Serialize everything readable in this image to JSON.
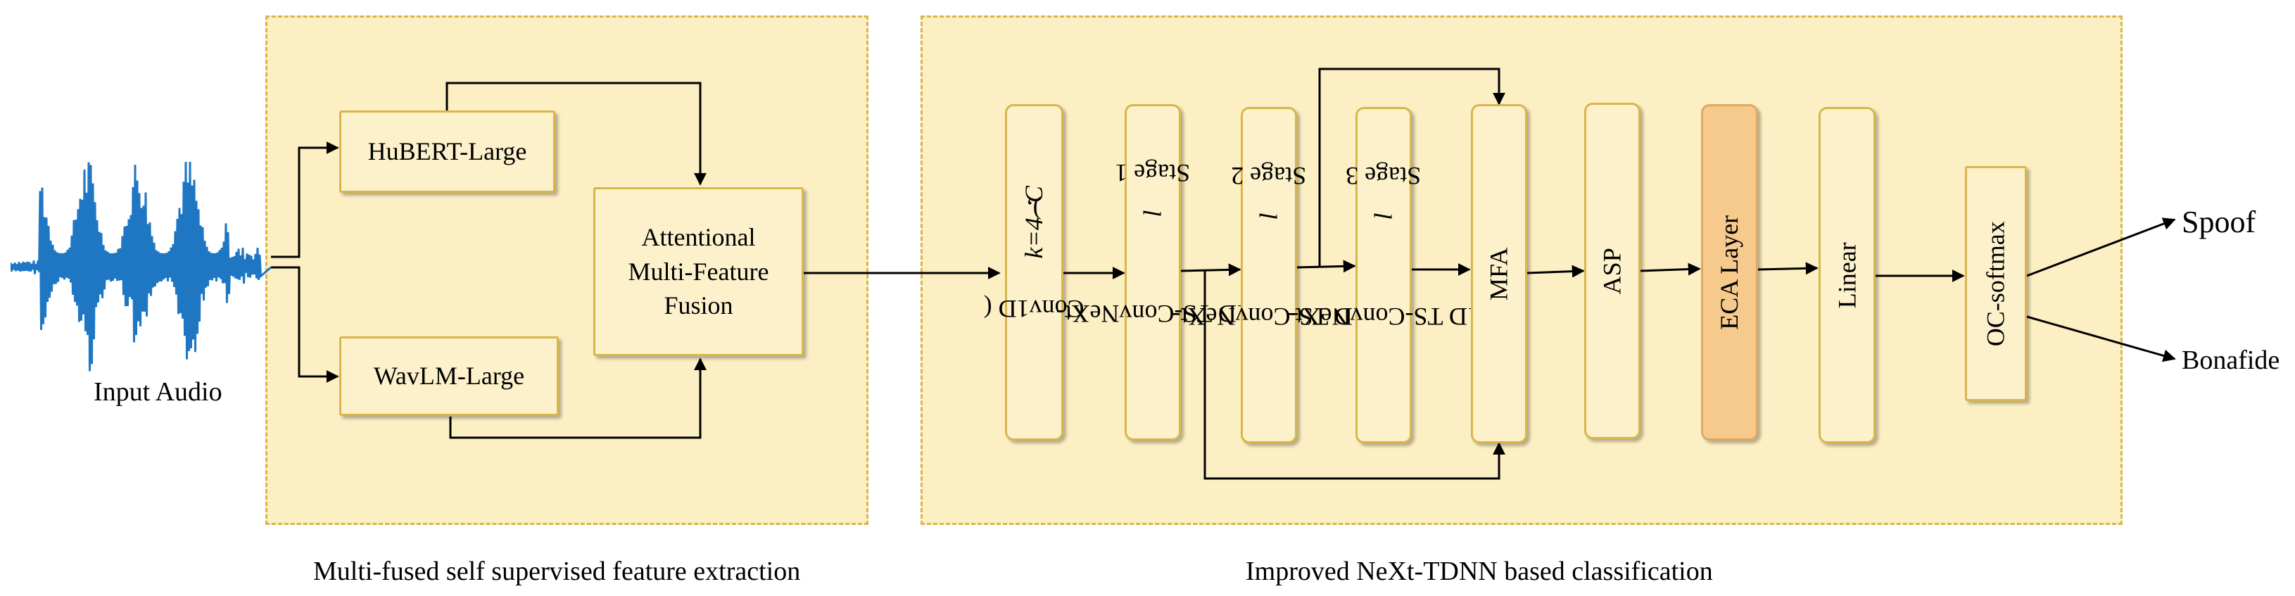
{
  "input": {
    "label": "Input Audio"
  },
  "feature_extraction": {
    "caption": "Multi-fused self supervised feature extraction",
    "hubert_label": "HuBERT-Large",
    "wavlm_label": "WavLM-Large",
    "fusion_label_line1": "Attentional",
    "fusion_label_line2": "Multi-Feature",
    "fusion_label_line3": "Fusion"
  },
  "classification": {
    "caption": "Improved NeXt-TDNN based classification",
    "conv1d": {
      "prefix": "Conv1D (",
      "k": "k=4",
      "mid": "), ",
      "c": "C"
    },
    "stage1": {
      "prefix": "1D TS-ConvNeXt-",
      "l": "l",
      "suffix": " Stage 1"
    },
    "stage2": {
      "prefix": "1D TS-ConvNeXt-",
      "l": "l",
      "suffix": " Stage 2"
    },
    "stage3": {
      "prefix": "1D TS-ConvNeXt-",
      "l": "l",
      "suffix": " Stage 3"
    },
    "mfa_label": "MFA",
    "asp_label": "ASP",
    "eca_label": "ECA Layer",
    "linear_label": "Linear",
    "ocsoftmax_label": "OC-softmax"
  },
  "outputs": {
    "spoof_label": "Spoof",
    "bonafide_label": "Bonafide"
  },
  "colors": {
    "panel_fill": "#fcefc3",
    "panel_border": "#d9b64a",
    "box_fill": "#fdf1cc",
    "eca_fill": "#f6c98c",
    "waveform": "#1f77c4",
    "arrow": "#000000"
  }
}
